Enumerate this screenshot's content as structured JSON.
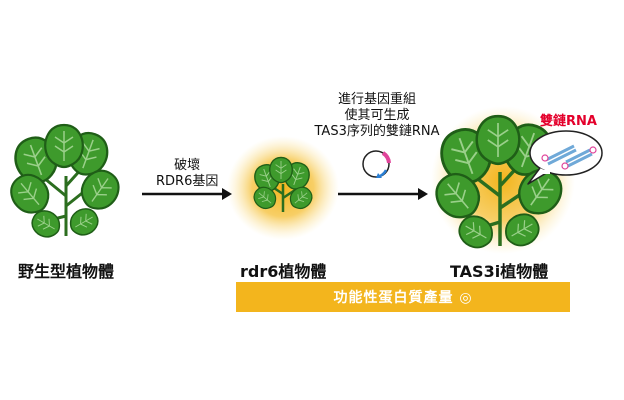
{
  "labels": {
    "wild_type": "野生型植物體",
    "rdr6_plant": "rdr6植物體",
    "tas3i_plant": "TAS3i植物體"
  },
  "steps": {
    "disrupt_line1": "破壞",
    "disrupt_line2": "RDR6基因",
    "recomb_line1": "進行基因重組",
    "recomb_line2": "使其可生成",
    "recomb_line3": "TAS3序列的雙鏈RNA"
  },
  "callout": {
    "dsrna_label": "雙鏈RNA"
  },
  "result_bar": {
    "text": "功能性蛋白質產量 ◎"
  },
  "colors": {
    "leaf": "#3e9a2c",
    "leaf_dark": "#1f5e17",
    "glow": "#f3b51d",
    "accent_red": "#e4002b",
    "plasmid_pink": "#e0449a",
    "plasmid_blue": "#2a7fd4"
  }
}
